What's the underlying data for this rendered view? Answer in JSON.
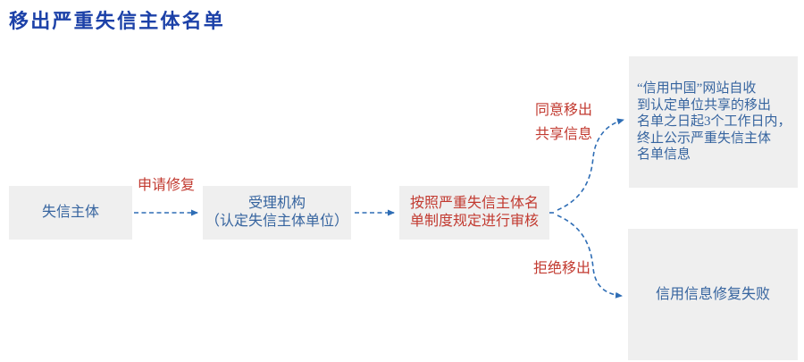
{
  "title": "移出严重失信主体名单",
  "colors": {
    "title_blue": "#1C41A8",
    "node_text_blue": "#36649F",
    "accent_red": "#C23A30",
    "arrow_blue": "#2E6DB5",
    "node_bg_gray": "#EFEFEF"
  },
  "nodes": {
    "subject": {
      "label": "失信主体"
    },
    "agency": {
      "label": "受理机构\n（认定失信主体单位）"
    },
    "review": {
      "label": "按照严重失信主体名\n单制度规定进行审核"
    },
    "credit_china": {
      "label": "“信用中国”网站自收\n到认定单位共享的移出\n名单之日起3个工作日内，\n终止公示严重失信主体\n名单信息"
    },
    "repair_failed": {
      "label": "信用信息修复失败"
    }
  },
  "edges": {
    "apply_label": "申请修复",
    "agree_label": "同意移出\n共享信息",
    "reject_label": "拒绝移出"
  }
}
